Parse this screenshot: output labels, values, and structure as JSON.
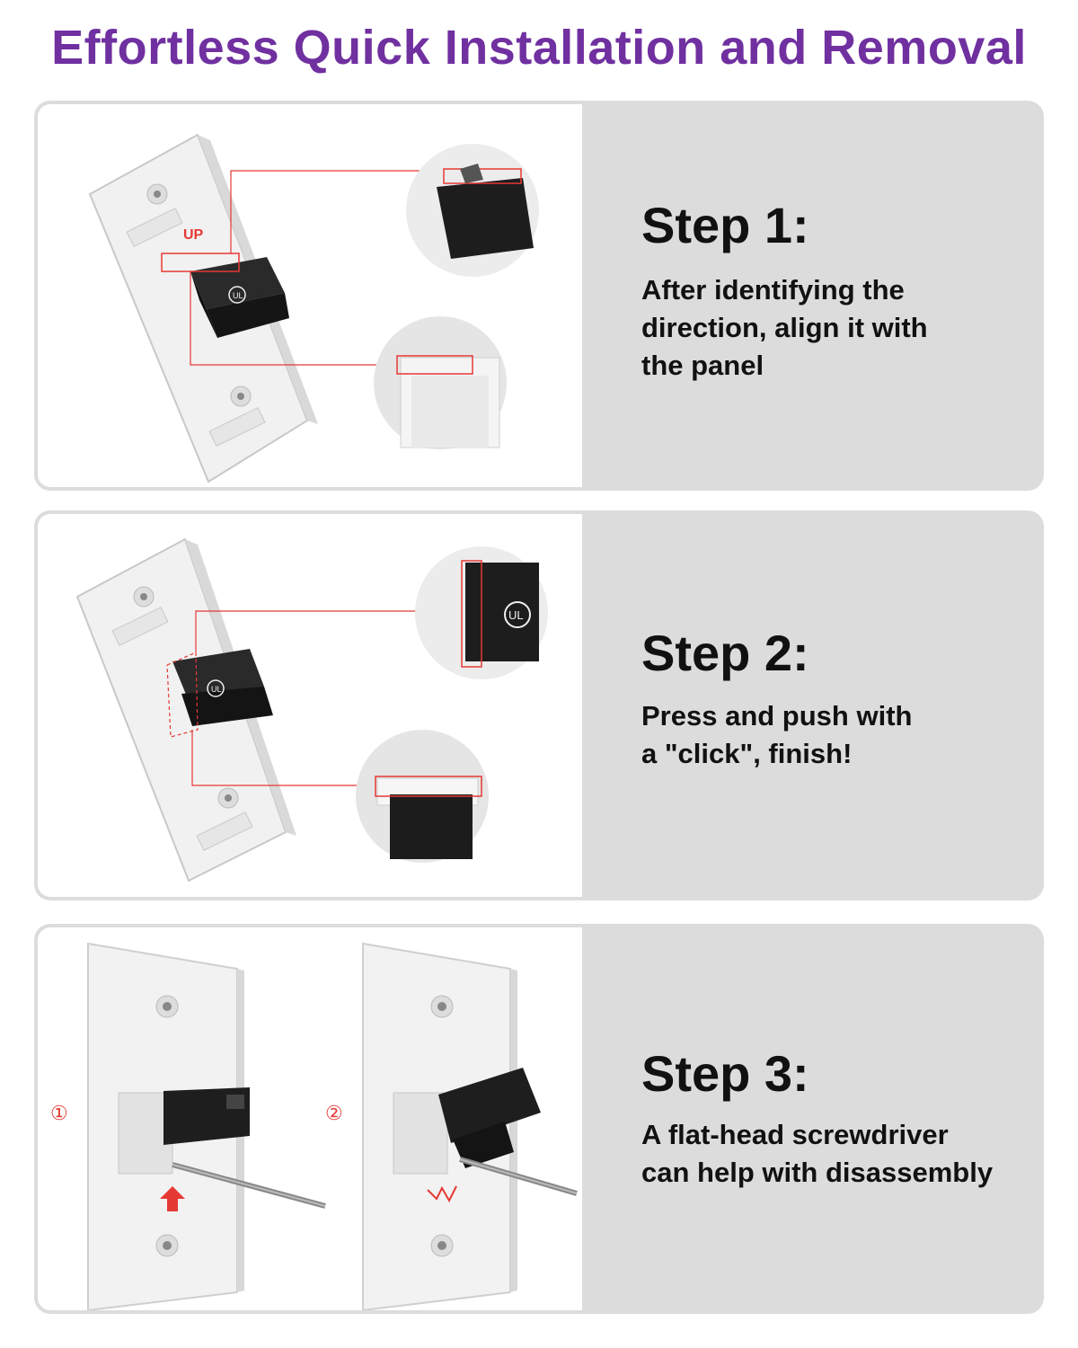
{
  "title": "Effortless Quick Installation and Removal",
  "colors": {
    "title": "#7030a0",
    "panel_bg": "#dcdcdc",
    "highlight": "#e53935"
  },
  "steps": [
    {
      "title": "Step 1:",
      "description": "After identifying the\ndirection, align it with\nthe panel",
      "image_label": "UP"
    },
    {
      "title": "Step 2:",
      "description": "Press and push with\na \"click\", finish!"
    },
    {
      "title": "Step 3:",
      "description": "A flat-head screwdriver\ncan help with disassembly",
      "markers": [
        "①",
        "②"
      ]
    }
  ],
  "icons": [
    "wall-plate-illustration",
    "keystone-jack-icon",
    "ul-listed-mark-icon",
    "red-up-arrow-icon",
    "red-click-burst-icon",
    "screwdriver-icon"
  ]
}
